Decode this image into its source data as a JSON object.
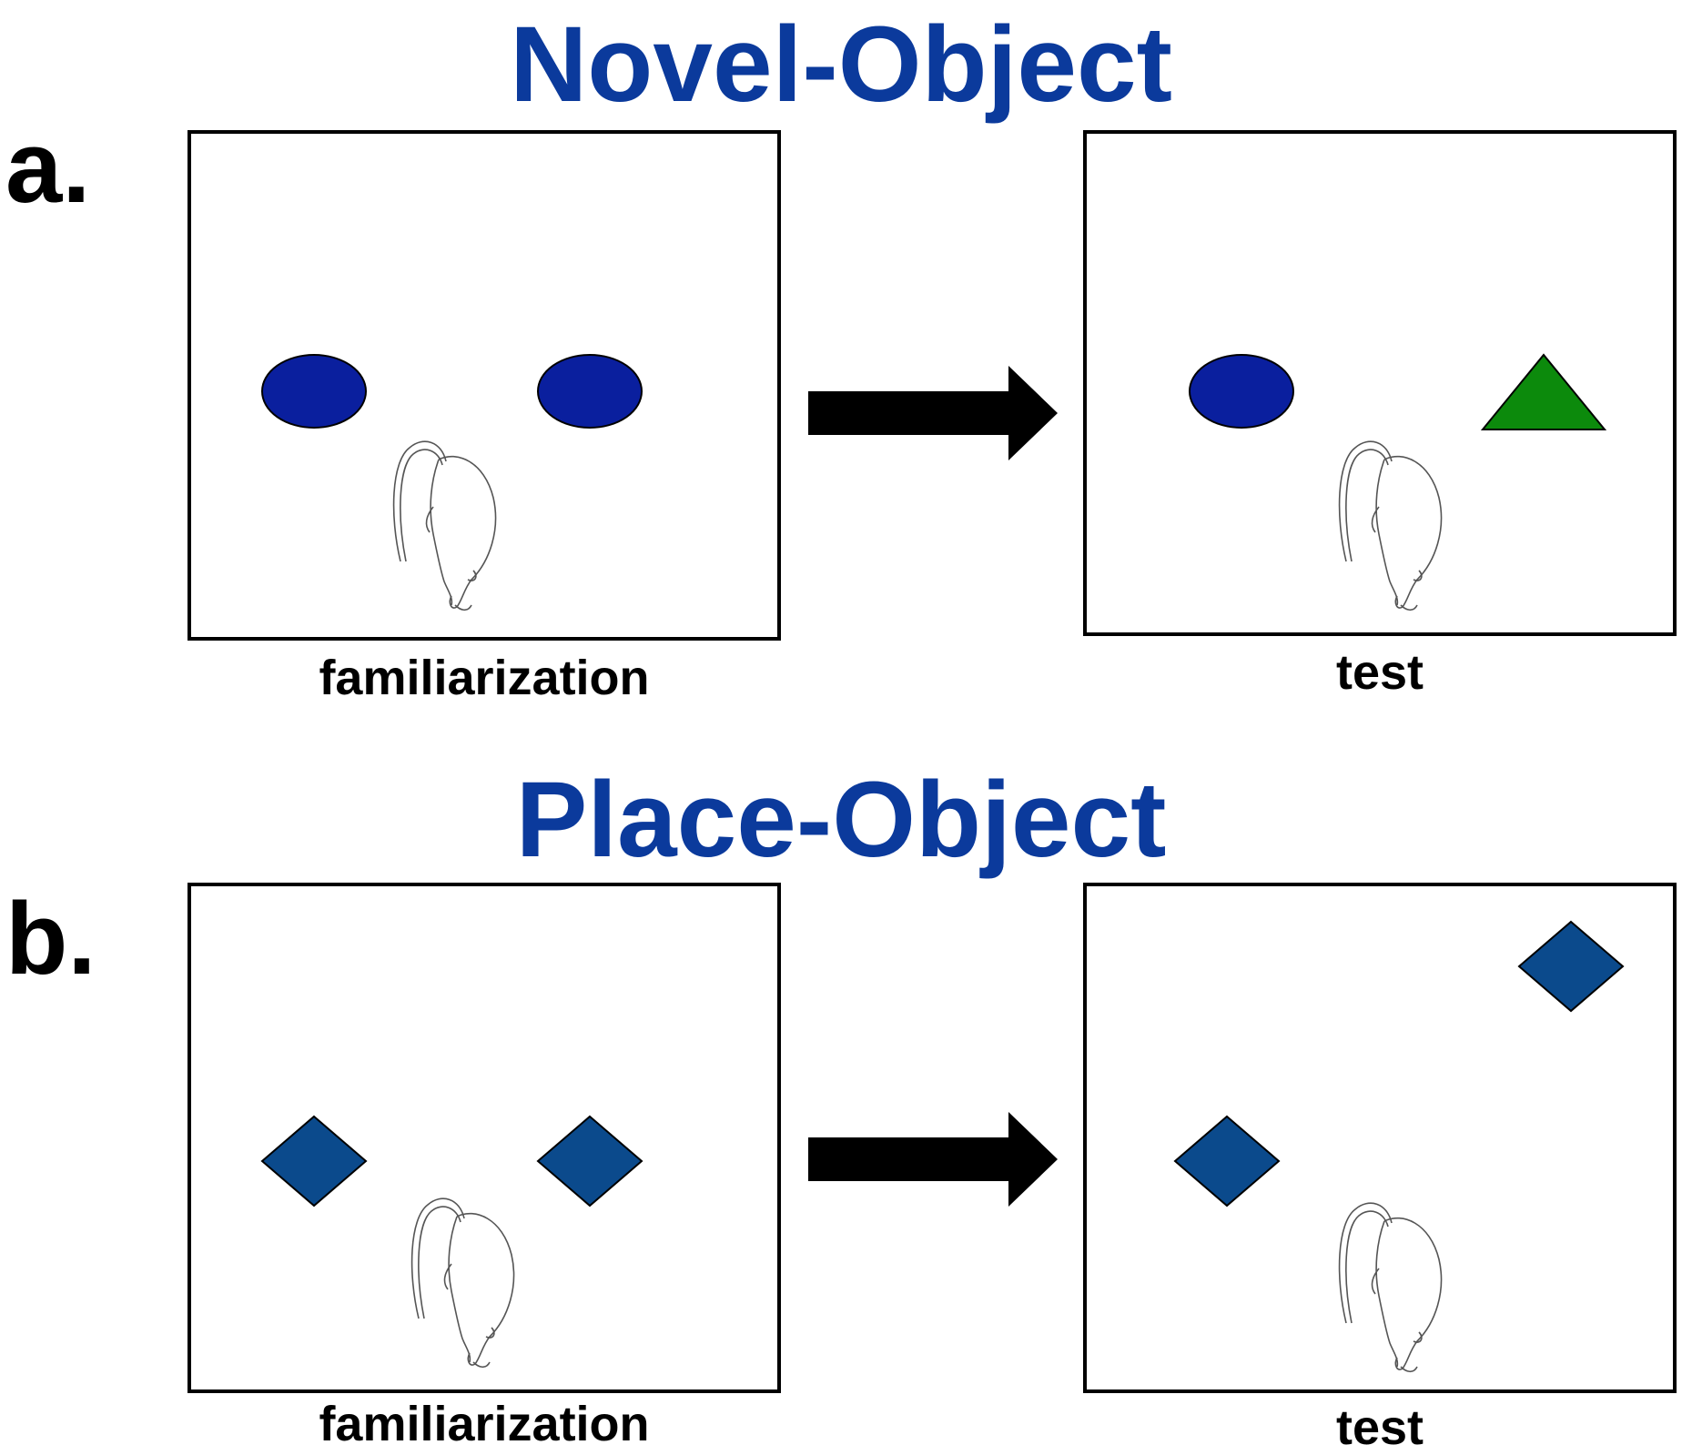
{
  "colors": {
    "title": "#0b3a9c",
    "oval": "#0a1f9e",
    "triangle": "#0c8a0c",
    "diamond": "#0b4a8c",
    "arrow": "#000000"
  },
  "panels": [
    {
      "letter": "a.",
      "title": "Novel-Object",
      "left_caption": "familiarization",
      "right_caption": "test"
    },
    {
      "letter": "b.",
      "title": "Place-Object",
      "left_caption": "familiarization",
      "right_caption": "test"
    }
  ],
  "icons": {
    "arrow": "right-arrow-icon",
    "animal": "rat-icon"
  }
}
